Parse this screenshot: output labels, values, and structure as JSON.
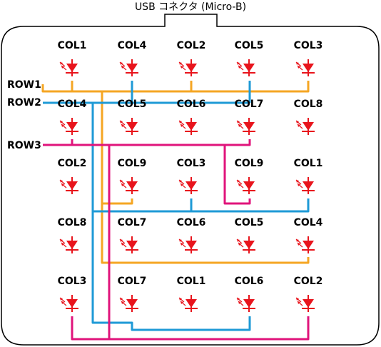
{
  "connector_label": "USB コネクタ (Micro-B)",
  "colors": {
    "row1": "#f5a623",
    "row2": "#1e9ad6",
    "row3": "#e0147b",
    "led": "#e8141c",
    "outline": "#000000"
  },
  "row_labels": [
    "ROW1",
    "ROW2",
    "ROW3"
  ],
  "grid": [
    [
      "COL1",
      "COL4",
      "COL2",
      "COL5",
      "COL3"
    ],
    [
      "COL4",
      "COL5",
      "COL6",
      "COL7",
      "COL8"
    ],
    [
      "COL2",
      "COL9",
      "COL3",
      "COL9",
      "COL1"
    ],
    [
      "COL8",
      "COL7",
      "COL6",
      "COL5",
      "COL4"
    ],
    [
      "COL3",
      "COL7",
      "COL1",
      "COL6",
      "COL2"
    ]
  ],
  "icon_names": {
    "led": "led-icon"
  }
}
